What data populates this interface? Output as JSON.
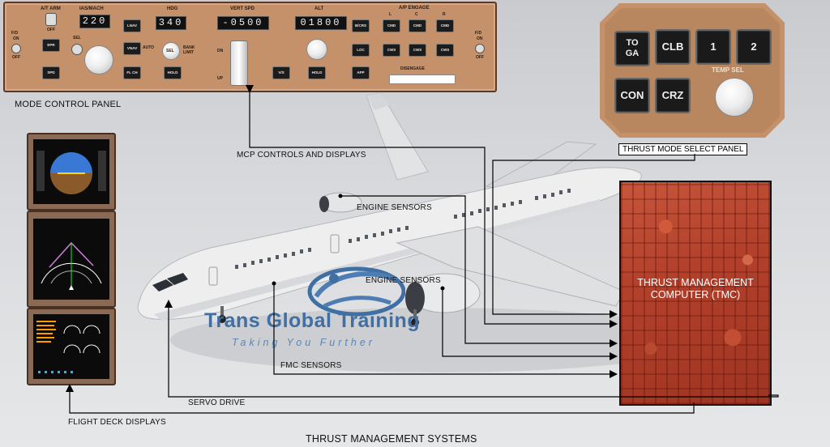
{
  "mcp": {
    "label": "MODE CONTROL PANEL",
    "headers": {
      "atarm": "A/T ARM",
      "iasmach": "IAS/MACH",
      "hdg": "HDG",
      "vertspd": "VERT SPD",
      "alt": "ALT",
      "apengage": "A/P ENGAGE"
    },
    "displays": {
      "ias": "220",
      "hdg": "340",
      "vs": "-0500",
      "alt": "01800"
    },
    "buttons": {
      "epr": "EPR",
      "spd": "SPD",
      "lnav": "LNAV",
      "vnav": "VNAV",
      "flch": "FL CH",
      "hold_hdg": "HOLD",
      "vs": "V/S",
      "hold_alt": "HOLD",
      "bcrs": "B/CRS",
      "loc": "LOC",
      "app": "APP",
      "cmd_l": "CMD",
      "cmd_c": "CMD",
      "cmd_r": "CMD",
      "cws_l": "CWS",
      "cws_c": "CWS",
      "cws_r": "CWS"
    },
    "misc": {
      "fd_left": "F/D",
      "fd_right": "F/D",
      "on": "ON",
      "off": "OFF",
      "sel": "SEL",
      "auto": "AUTO",
      "bank_limit": "BANK\nLIMIT",
      "dn": "DN",
      "up": "UP",
      "disengage": "DISENGAGE",
      "lcr": [
        "L",
        "C",
        "R"
      ]
    }
  },
  "tmsp": {
    "label": "THRUST MODE SELECT PANEL",
    "buttons": {
      "toga": "TO\nGA",
      "clb": "CLB",
      "one": "1",
      "two": "2",
      "con": "CON",
      "crz": "CRZ"
    },
    "temp_sel": "TEMP SEL"
  },
  "tmc": {
    "label": "THRUST MANAGEMENT\nCOMPUTER (TMC)"
  },
  "labels": {
    "mcp_controls": "MCP CONTROLS AND DISPLAYS",
    "engine_sensors_1": "ENGINE SENSORS",
    "engine_sensors_2": "ENGINE SENSORS",
    "fmc_sensors": "FMC SENSORS",
    "servo_drive": "SERVO DRIVE",
    "flight_deck_displays": "FLIGHT DECK DISPLAYS",
    "title": "THRUST MANAGEMENT SYSTEMS"
  },
  "logo": {
    "name": "Trans Global Training",
    "tagline": "Taking You Further"
  },
  "colors": {
    "panel": "#c4916b",
    "tmc": "#b3402b",
    "logo": "#3f6fa3"
  }
}
